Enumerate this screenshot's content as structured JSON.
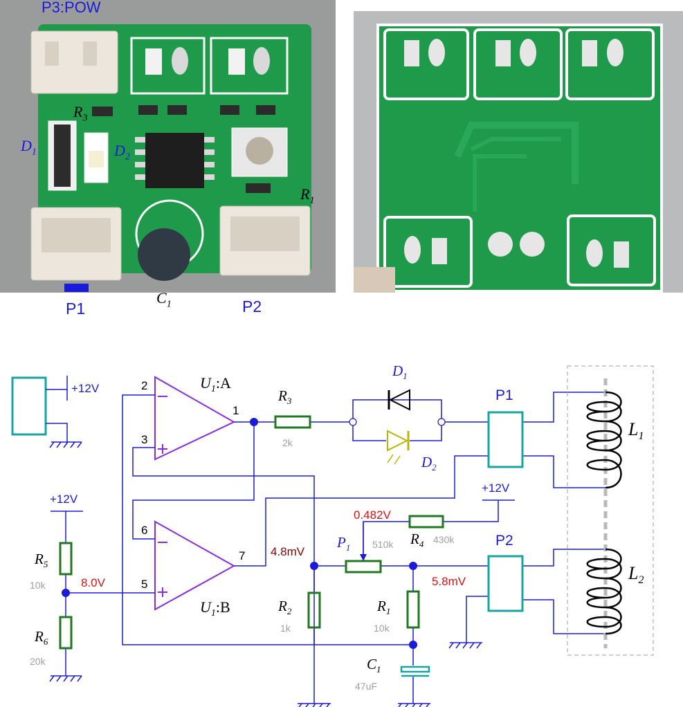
{
  "photo_labels": {
    "pow": "P3:POW",
    "r3": "R",
    "r3_sub": "3",
    "d1": "D",
    "d1_sub": "1",
    "d2": "D",
    "d2_sub": "2",
    "r1": "R",
    "r1_sub": "1",
    "c1": "C",
    "c1_sub": "1",
    "p1": "P1",
    "p2": "P2"
  },
  "schematic": {
    "vcc_top": "+12V",
    "u1a": "U",
    "u1a_sub": "1",
    "u1a_suffix": ":A",
    "u1b": "U",
    "u1b_sub": "1",
    "u1b_suffix": ":B",
    "pin2": "2",
    "pin3": "3",
    "pin1": "1",
    "pin6": "6",
    "pin5": "5",
    "pin7": "7",
    "r3": "R",
    "r3_sub": "3",
    "r3_val": "2k",
    "d1": "D",
    "d1_sub": "1",
    "d2": "D",
    "d2_sub": "2",
    "p1": "P1",
    "p2": "P2",
    "l1": "L",
    "l1_sub": "1",
    "l2": "L",
    "l2_sub": "2",
    "vcc_left": "+12V",
    "vcc_right": "+12V",
    "r5": "R",
    "r5_sub": "5",
    "r5_val": "10k",
    "r6": "R",
    "r6_sub": "6",
    "r6_val": "20k",
    "v_node5": "8.0V",
    "v_node7": "4.8mV",
    "v_wiper": "0.482V",
    "v_node_r1": "5.8mV",
    "p1pot": "P",
    "p1pot_sub": "1",
    "p1pot_val": "510k",
    "r4": "R",
    "r4_sub": "4",
    "r4_val": "430k",
    "r2": "R",
    "r2_sub": "2",
    "r2_val": "1k",
    "r1": "R",
    "r1_sub": "1",
    "r1_val": "10k",
    "c1": "C",
    "c1_sub": "1",
    "c1_val": "47uF"
  },
  "colors": {
    "wire": "#1a1adb",
    "opamp": "#8a2be2",
    "resistor": "#1e7a1e",
    "connector": "#1aa3a3",
    "voltage": "#e01010",
    "voltage_dark": "#8b0000",
    "value_gray": "#a0a0a0",
    "led": "#b8b800",
    "pcb": "#1f9a4a"
  }
}
